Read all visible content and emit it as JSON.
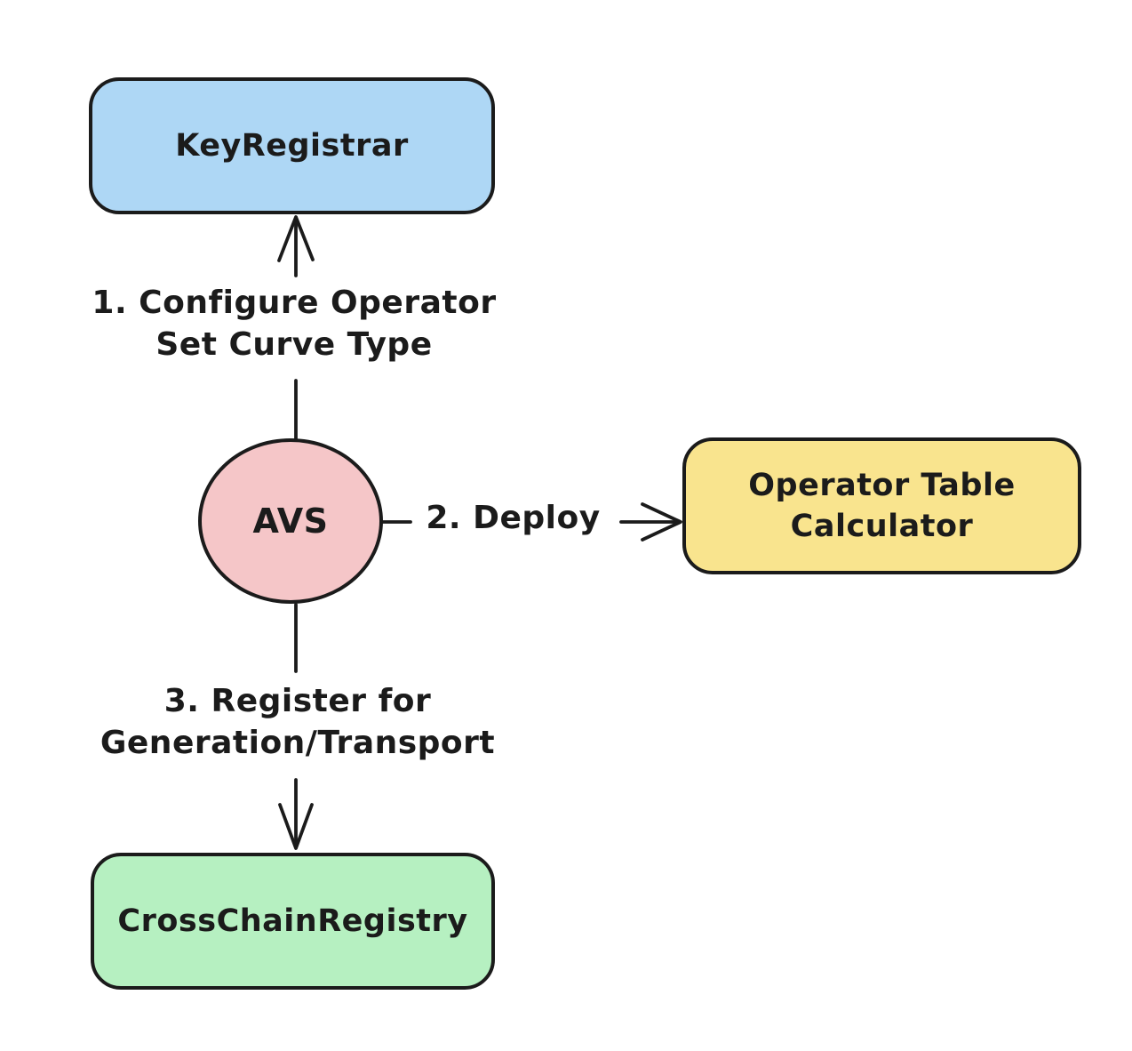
{
  "diagram": {
    "type": "flowchart",
    "background_color": "#ffffff",
    "stroke_color": "#1b1b1b",
    "nodes": [
      {
        "id": "key-registrar",
        "shape": "rounded-rect",
        "fill": "#aed7f5",
        "label": "KeyRegistrar"
      },
      {
        "id": "avs",
        "shape": "circle",
        "fill": "#f5c6c8",
        "label": "AVS"
      },
      {
        "id": "operator-table-calculator",
        "shape": "rounded-rect",
        "fill": "#f9e48e",
        "label": "Operator Table\nCalculator"
      },
      {
        "id": "cross-chain-registry",
        "shape": "rounded-rect",
        "fill": "#b6f0c1",
        "label": "CrossChainRegistry"
      }
    ],
    "edges": [
      {
        "from": "avs",
        "to": "key-registrar",
        "direction": "up",
        "label": "1. Configure Operator\nSet Curve Type"
      },
      {
        "from": "avs",
        "to": "operator-table-calculator",
        "direction": "right",
        "label": "2. Deploy"
      },
      {
        "from": "avs",
        "to": "cross-chain-registry",
        "direction": "down",
        "label": "3. Register for\nGeneration/Transport"
      }
    ]
  }
}
